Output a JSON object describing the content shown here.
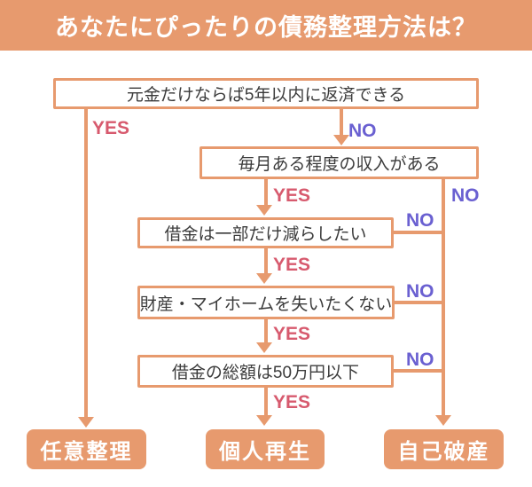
{
  "title": "あなたにぴったりの債務整理方法は？",
  "labels": {
    "yes": "YES",
    "no": "NO"
  },
  "questions": [
    {
      "text": "元金だけならば5年以内に返済できる"
    },
    {
      "text": "毎月ある程度の収入がある"
    },
    {
      "text": "借金は一部だけ減らしたい"
    },
    {
      "text": "財産・マイホームを失いたくない"
    },
    {
      "text": "借金の総額は50万円以下"
    }
  ],
  "results": [
    {
      "text": "任意整理"
    },
    {
      "text": "個人再生"
    },
    {
      "text": "自己破産"
    }
  ],
  "colors": {
    "orange": "#E79A6E",
    "yes": "#D75A6E",
    "no": "#6A60D1",
    "text": "#3B3B3B"
  }
}
